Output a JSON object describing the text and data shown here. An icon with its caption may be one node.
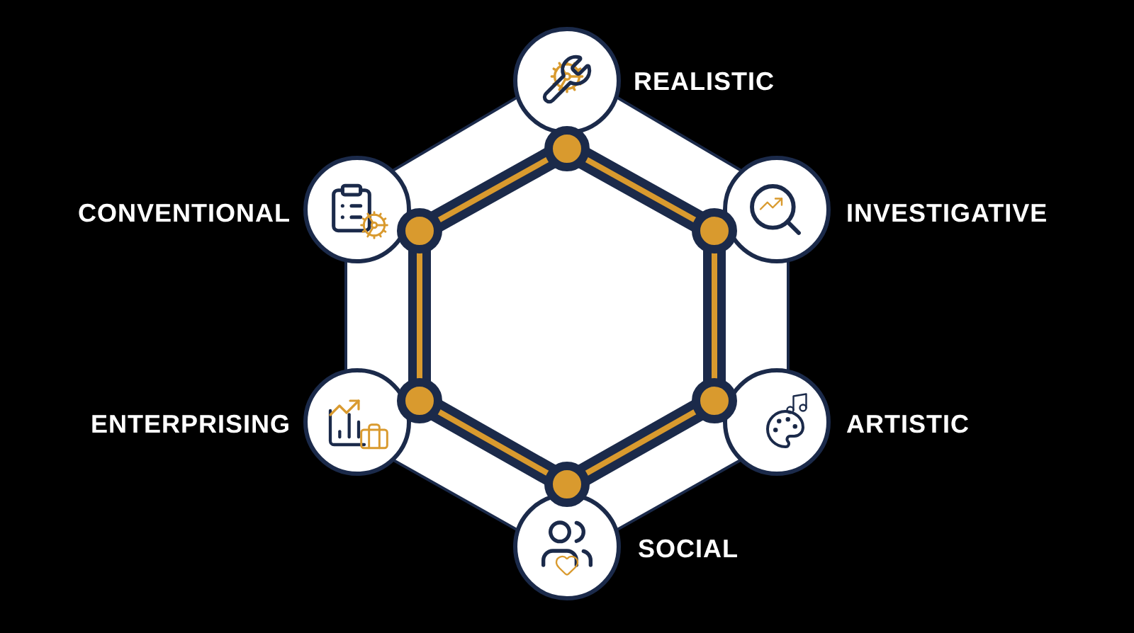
{
  "diagram": {
    "nodes": [
      {
        "text": [],
        "shape": "circle",
        "beside": [
          "REALISTIC"
        ]
      },
      {
        "text": [],
        "shape": "circle",
        "beside": [
          "INVESTIGATIVE"
        ]
      },
      {
        "text": [],
        "shape": "circle",
        "beside": [
          "ARTISTIC"
        ]
      },
      {
        "text": [],
        "shape": "circle",
        "beside": [
          "SOCIAL"
        ]
      },
      {
        "text": [],
        "shape": "circle",
        "beside": [
          "ENTERPRISING"
        ]
      },
      {
        "text": [],
        "shape": "circle",
        "beside": [
          "CONVENTIONAL"
        ]
      }
    ]
  }
}
